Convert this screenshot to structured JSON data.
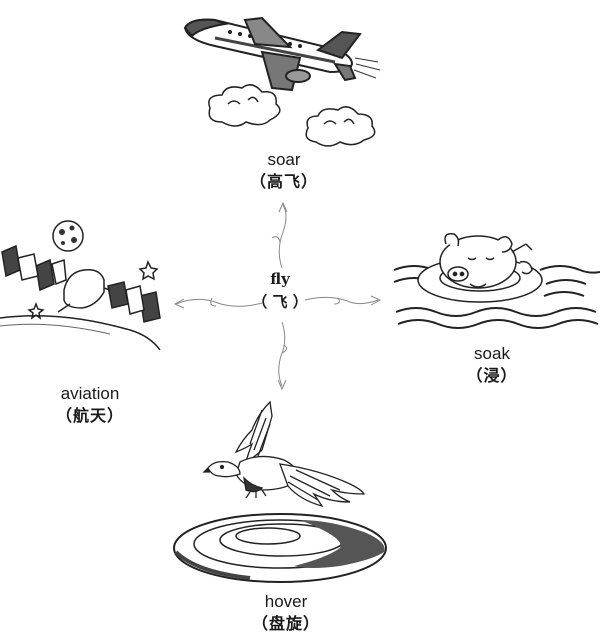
{
  "center": {
    "word": "fly",
    "meaning": "（ 飞 ）"
  },
  "branches": {
    "top": {
      "word": "soar",
      "meaning": "（高飞）",
      "icon": "airplane-icon"
    },
    "right": {
      "word": "soak",
      "meaning": "（浸）",
      "icon": "pig-in-water-icon"
    },
    "bottom": {
      "word": "hover",
      "meaning": "（盘旋）",
      "icon": "eagle-icon"
    },
    "left": {
      "word": "aviation",
      "meaning": "（航天）",
      "icon": "satellite-icon"
    }
  }
}
